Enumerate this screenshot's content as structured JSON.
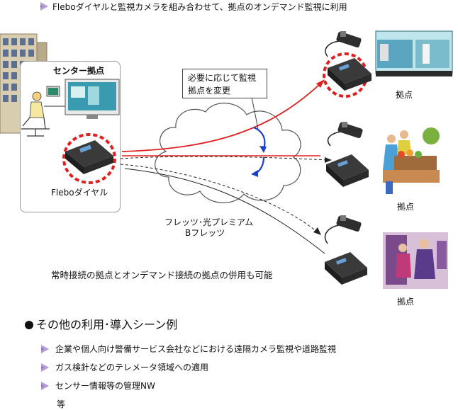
{
  "header": {
    "text": "Fleboダイヤルと監視カメラを組み合わせて、拠点のオンデマンド監視に利用"
  },
  "center": {
    "title": "センター拠点",
    "device_label": "Fleboダイヤル"
  },
  "callout": {
    "line1": "必要に応じて監視",
    "line2": "拠点を変更"
  },
  "network": {
    "line1": "フレッツ･光プレミアム",
    "line2": "Bフレッツ"
  },
  "sites": [
    {
      "label": "拠点"
    },
    {
      "label": "拠点"
    },
    {
      "label": "拠点"
    }
  ],
  "note": "常時接続の拠点とオンデマンド接続の拠点の併用も可能",
  "section": {
    "title": "その他の利用･導入シーン例",
    "items": [
      "企業や個人向け警備サービス会社などにおける遠隔カメラ監視や道路監視",
      "ガス検針などのテレメータ領域への適用",
      "センサー情報等の管理NW"
    ],
    "etc": "等"
  },
  "colors": {
    "accent_red": "#e02020",
    "arrow_blue": "#1a3fc8",
    "bullet_purple": "#b49bd6"
  }
}
